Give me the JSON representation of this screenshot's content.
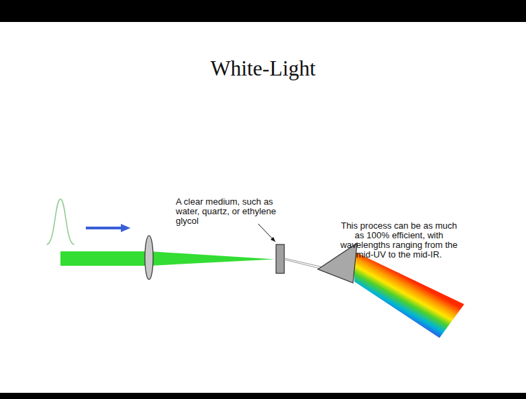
{
  "diagram": {
    "title": "White-Light",
    "labels": [
      "A clear medium, such as water, quartz, or ethylene glycol",
      "This process can be as much as 100% efficient, with wavelengths ranging from the mid-UV to the mid-IR."
    ]
  }
}
